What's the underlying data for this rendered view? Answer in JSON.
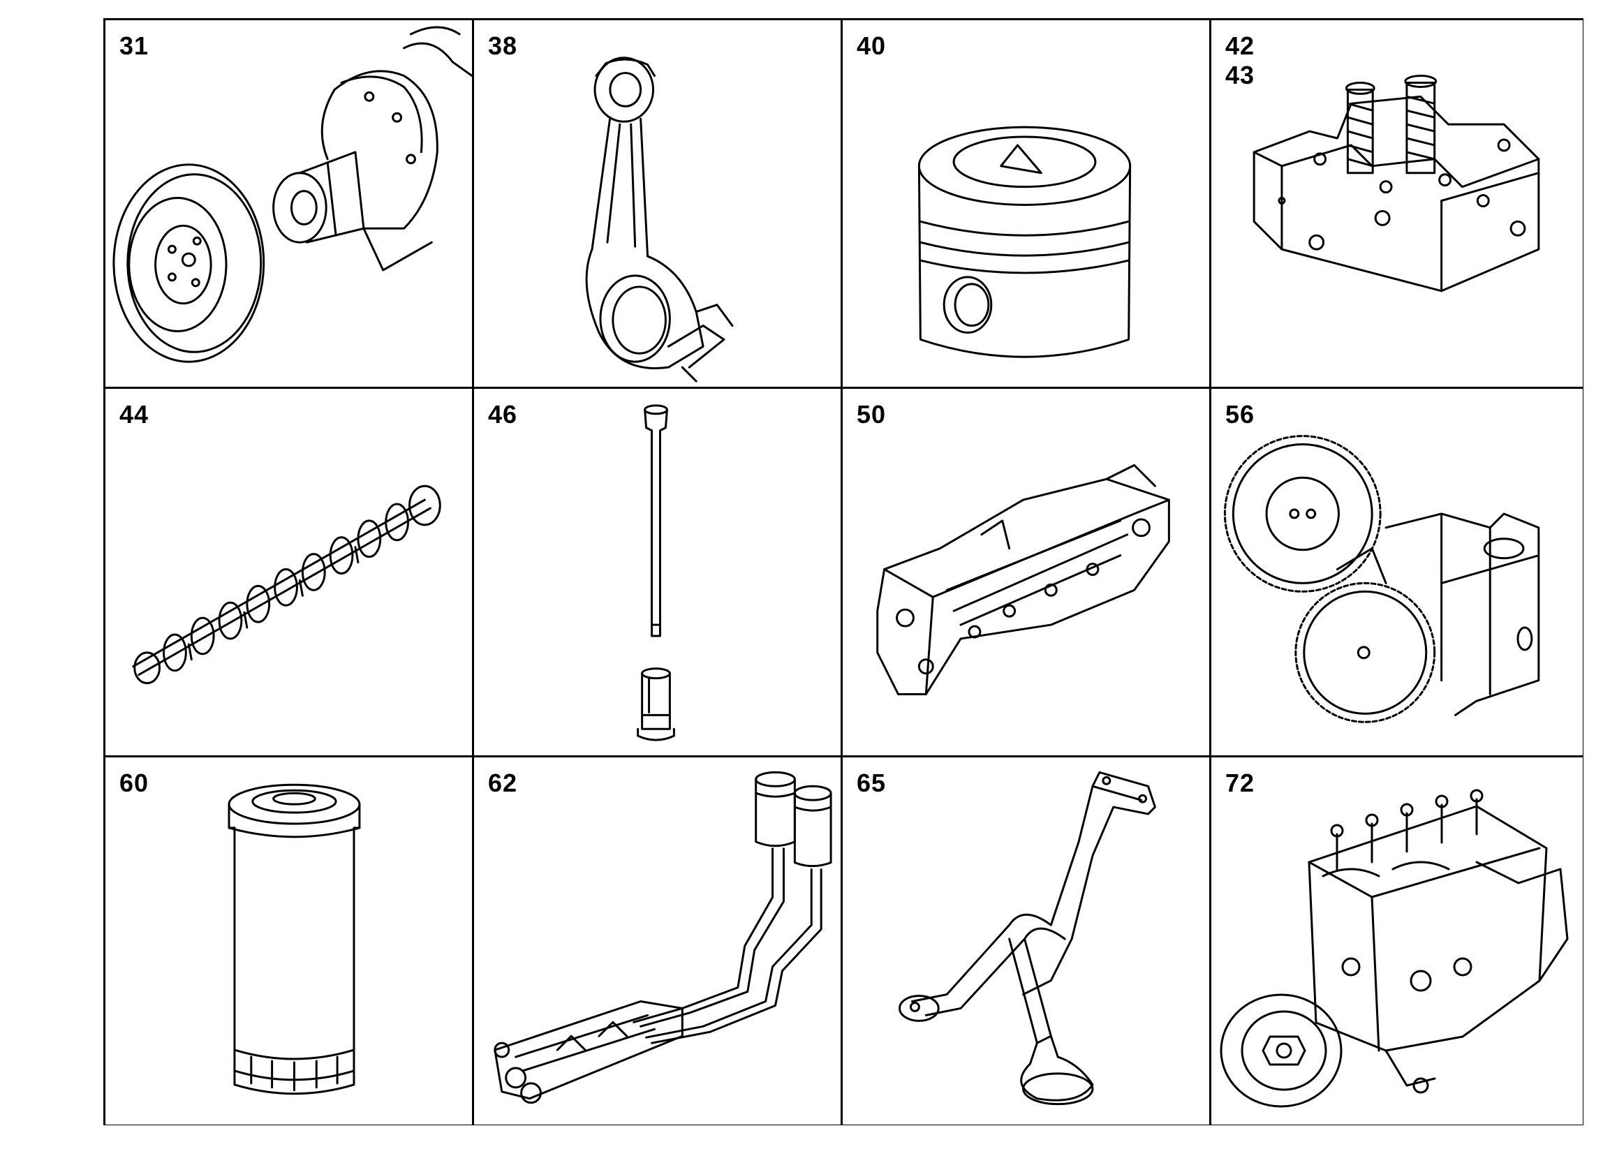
{
  "cells": [
    {
      "labels": [
        "31"
      ],
      "icon": "crankshaft-pulley-icon"
    },
    {
      "labels": [
        "38"
      ],
      "icon": "connecting-rod-icon"
    },
    {
      "labels": [
        "40"
      ],
      "icon": "piston-icon"
    },
    {
      "labels": [
        "42",
        "43"
      ],
      "icon": "cylinder-head-icon"
    },
    {
      "labels": [
        "44"
      ],
      "icon": "camshaft-icon"
    },
    {
      "labels": [
        "46"
      ],
      "icon": "push-rod-tappet-icon"
    },
    {
      "labels": [
        "50"
      ],
      "icon": "oil-cooler-icon"
    },
    {
      "labels": [
        "56"
      ],
      "icon": "oil-pump-gears-icon"
    },
    {
      "labels": [
        "60"
      ],
      "icon": "oil-filter-icon"
    },
    {
      "labels": [
        "62"
      ],
      "icon": "filter-assembly-lines-icon"
    },
    {
      "labels": [
        "65"
      ],
      "icon": "oil-suction-pipe-icon"
    },
    {
      "labels": [
        "72"
      ],
      "icon": "injection-pump-icon"
    }
  ]
}
